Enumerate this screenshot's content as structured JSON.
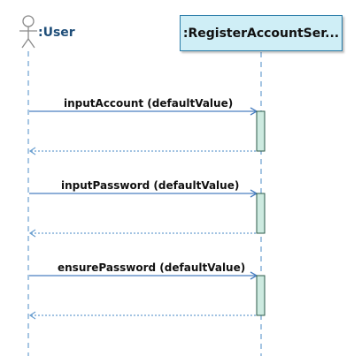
{
  "actor": {
    "label": ":User",
    "icon": "stick-figure-icon",
    "color": "#1f4e79"
  },
  "service": {
    "label": ":RegisterAccountSer...",
    "fill": "#cfeef6",
    "border": "#2a7ca8"
  },
  "messages": [
    {
      "label": "inputAccount (defaultValue)"
    },
    {
      "label": "inputPassword (defaultValue)"
    },
    {
      "label": "ensurePassword (defaultValue)"
    }
  ],
  "colors": {
    "lifeline": "#6a9fd0",
    "message_arrow": "#4a7fc0",
    "return_arrow": "#6a9fd0",
    "activation_fill": "#cdeae0",
    "activation_border": "#2a5a4a"
  }
}
